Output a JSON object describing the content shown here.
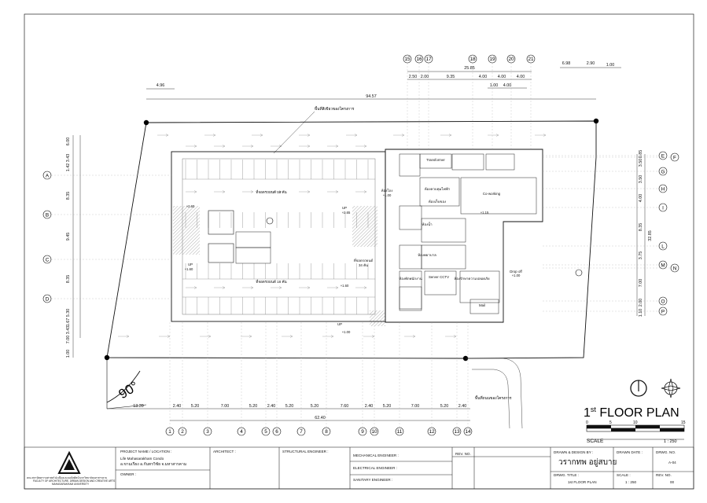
{
  "drawing": {
    "title_main": "1",
    "title_sup": "st",
    "title_rest": " FLOOR PLAN",
    "scale_label": "SCALE",
    "scale_value": "1 : 250",
    "scale_ticks": [
      "0",
      "5",
      "10",
      "15"
    ],
    "angle_label": "90°"
  },
  "grid": {
    "top_bubbles": [
      "15",
      "16",
      "17",
      "18",
      "19",
      "20",
      "21"
    ],
    "top_dims_row1": [
      "25.85",
      "6.98",
      "2.90",
      "1.00"
    ],
    "top_dims_row2": [
      "2.50",
      "2.00",
      "9.35",
      "4.00",
      "4.00",
      "4.00"
    ],
    "top_dims_row3": [
      "1.00",
      "4.00"
    ],
    "overall_top": "94.57",
    "top_left_dim": "4.96",
    "bottom_bubbles": [
      "1",
      "2",
      "3",
      "4",
      "5",
      "6",
      "7",
      "8",
      "9",
      "10",
      "11",
      "12",
      "13",
      "14"
    ],
    "bottom_dims": [
      "13.39",
      "2.40",
      "5.20",
      "7.00",
      "5.20",
      "2.40",
      "5.20",
      "5.20",
      "7.60",
      "2.40",
      "5.20",
      "7.00",
      "5.20",
      "2.40"
    ],
    "overall_bottom": "62.40",
    "left_bubbles": [
      "A",
      "B",
      "C",
      "D"
    ],
    "left_dims": [
      "6.00",
      "3.43",
      "1.42",
      "8.35",
      "9.45",
      "8.35",
      "5.30",
      "1.67",
      "3.43",
      "7.00",
      "1.00"
    ],
    "right_bubbles": [
      "E",
      "F",
      "G",
      "H",
      "I",
      "L",
      "M",
      "N",
      "O",
      "P"
    ],
    "right_dims": [
      "0.85",
      "3.50",
      "3.50",
      "4.00",
      "8.35",
      "3.75",
      "7.00",
      "2.00",
      "1.10"
    ],
    "overall_right": "32.85"
  },
  "annotations": {
    "top_note": "พื้นที่สีเขียวของโครงการ",
    "bottom_note": "พื้นที่ถนนของโครงการ",
    "parking_upper": "ที่จอดรถยนต์ 18 คัน",
    "parking_lower": "ที่จอดรถยนต์ 18 คัน",
    "parking_middle": "ที่จอดรถยนต์\n34 คัน",
    "lobby": "ห้องโถง",
    "ramp_notes": [
      "UP",
      "UP",
      "UP"
    ],
    "levels": [
      "+2.60",
      "+1.60",
      "+2.65",
      "+1.60",
      "+1.00",
      "+1.00",
      "+1.15",
      "+1.00"
    ],
    "rooms": [
      "Transformer",
      "ห้องควบคุมไฟฟ้า",
      "ห้องเก็บของ",
      "Co-working",
      "ห้องน้ำ",
      "ห้องพยาบาล",
      "ห้องพักพนักงาน",
      "Server CCTV",
      "ห้องรักษาความปลอดภัย",
      "Mail",
      "Drop off"
    ]
  },
  "titleblock": {
    "project_label": "PROJECT NAME / LOCATION :",
    "project_name": "Life Mahasarakham Condo",
    "project_location": "อ.ขามเรียง อ.กันทรวิชัย จ.มหาสารคาม",
    "owner_label": "OWNER :",
    "architect_label": "ARCHITECT :",
    "structural_label": "STRUCTURAL ENGINEER :",
    "mechanical_label": "MECHANICAL ENGINEER :",
    "electrical_label": "ELECTRICAL ENGINEER :",
    "sanitary_label": "SANITARY ENGINEER :",
    "rev_no_label": "REV. NO.",
    "drawn_label": "DRAWN & DESIGN BY :",
    "drawn_name": "วรากทพ อยู่สบาย",
    "drawn_date_label": "DRAWN DATE :",
    "drwg_no_label": "DRWG. NO.",
    "drwg_no": "A-04",
    "drwg_title_label": "DRWG. TITLE :",
    "drwg_title": "1st FLOOR PLAN",
    "scale_label": "SCALE :",
    "scale_value": "1 : 250",
    "rev_label": "REV. NO.",
    "rev_value": "00",
    "faculty_th": "คณะสถาปัตยกรรมศาสตร์ ผังเมืองและนฤมิตศิลป์ มหาวิทยาลัยมหาสารคาม",
    "faculty_en": "FACULTY OF ARCHITECTURE, URBAN DESIGN AND CREATIVE ARTS",
    "university_en": "MAHASARAKHAM UNIVERSITY"
  }
}
